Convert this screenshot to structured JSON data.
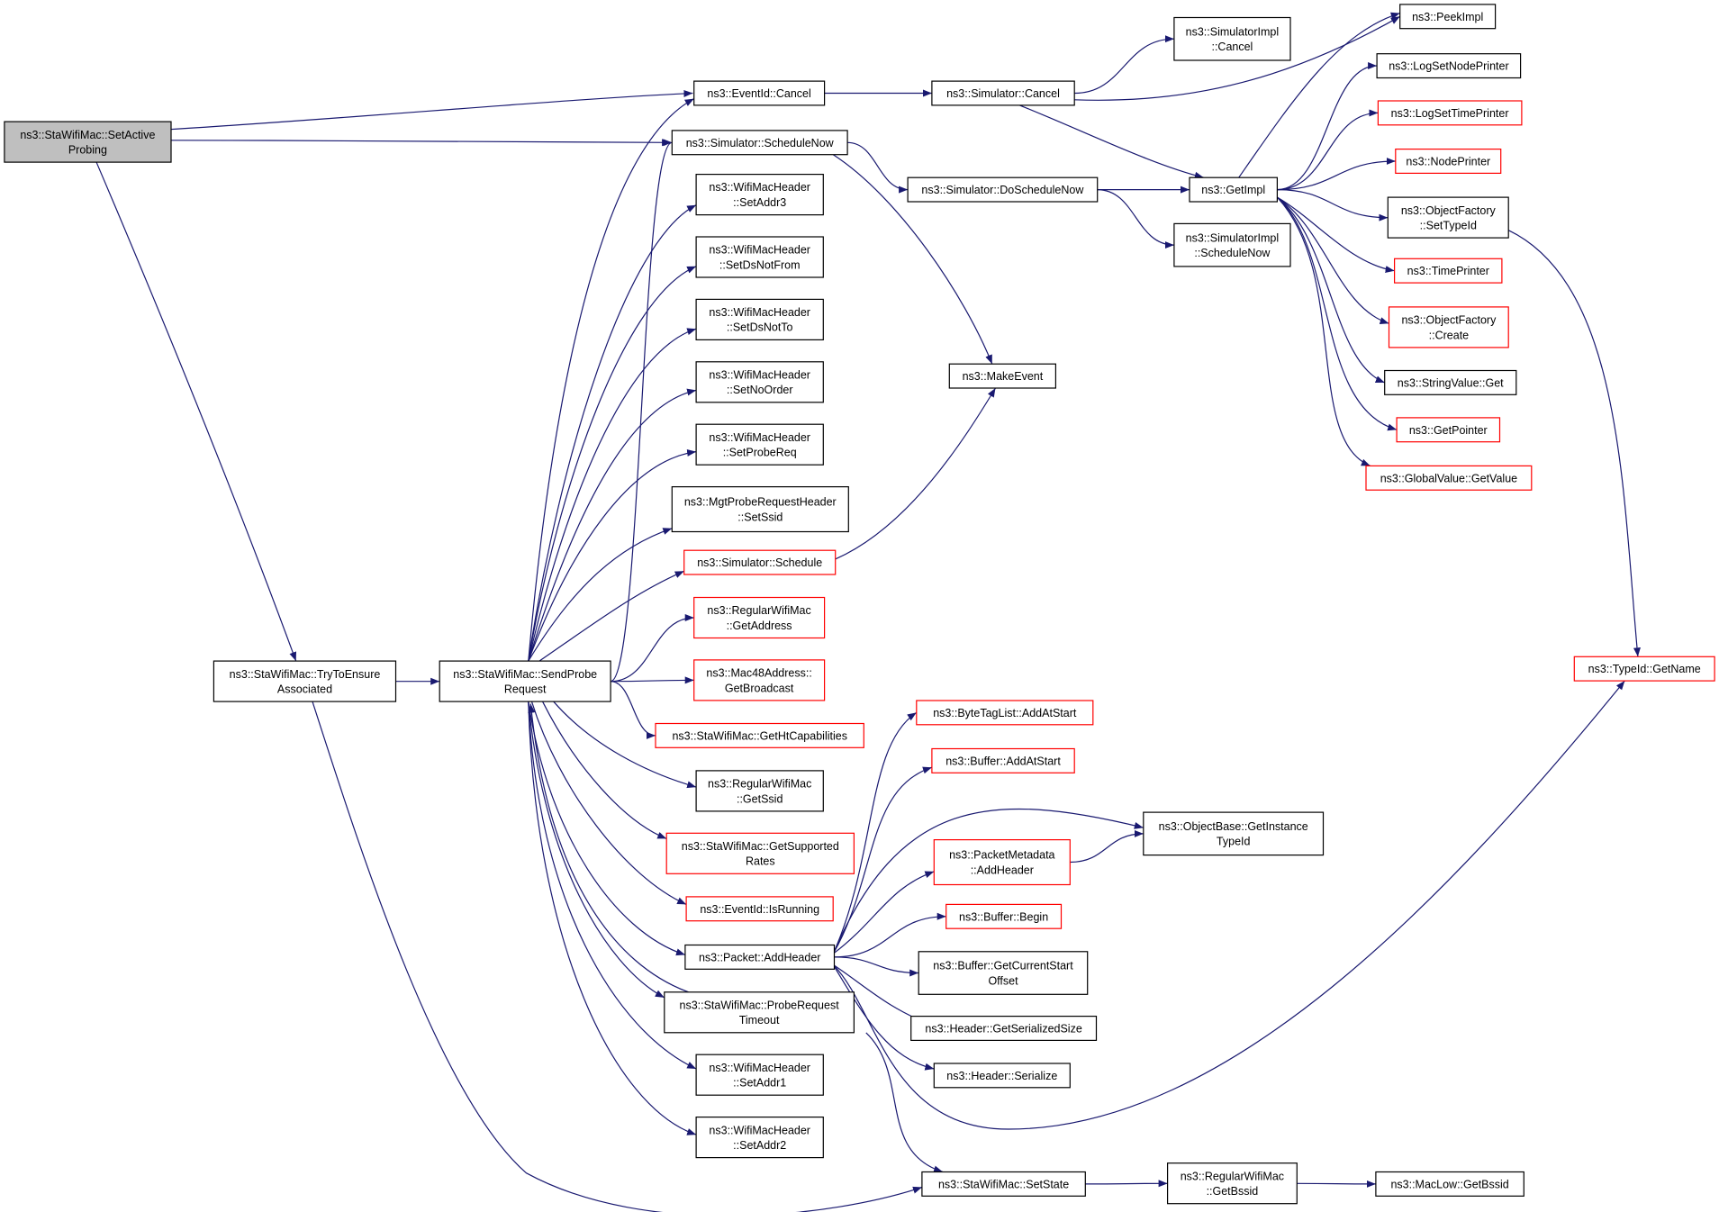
{
  "nodes": [
    {
      "id": "root",
      "lines": [
        "ns3::StaWifiMac::SetActive",
        "Probing"
      ],
      "style": "root"
    },
    {
      "id": "tryassoc",
      "lines": [
        "ns3::StaWifiMac::TryToEnsure",
        "Associated"
      ],
      "style": "normal"
    },
    {
      "id": "sendprobe",
      "lines": [
        "ns3::StaWifiMac::SendProbe",
        "Request"
      ],
      "style": "normal"
    },
    {
      "id": "evcancel",
      "lines": [
        "ns3::EventId::Cancel"
      ],
      "style": "normal"
    },
    {
      "id": "schednow",
      "lines": [
        "ns3::Simulator::ScheduleNow"
      ],
      "style": "normal"
    },
    {
      "id": "addr3",
      "lines": [
        "ns3::WifiMacHeader",
        "::SetAddr3"
      ],
      "style": "normal"
    },
    {
      "id": "dsnotfrom",
      "lines": [
        "ns3::WifiMacHeader",
        "::SetDsNotFrom"
      ],
      "style": "normal"
    },
    {
      "id": "dsnotto",
      "lines": [
        "ns3::WifiMacHeader",
        "::SetDsNotTo"
      ],
      "style": "normal"
    },
    {
      "id": "noorder",
      "lines": [
        "ns3::WifiMacHeader",
        "::SetNoOrder"
      ],
      "style": "normal"
    },
    {
      "id": "probereq",
      "lines": [
        "ns3::WifiMacHeader",
        "::SetProbeReq"
      ],
      "style": "normal"
    },
    {
      "id": "setssid",
      "lines": [
        "ns3::MgtProbeRequestHeader",
        "::SetSsid"
      ],
      "style": "normal"
    },
    {
      "id": "simsched",
      "lines": [
        "ns3::Simulator::Schedule"
      ],
      "style": "red"
    },
    {
      "id": "getaddress",
      "lines": [
        "ns3::RegularWifiMac",
        "::GetAddress"
      ],
      "style": "red"
    },
    {
      "id": "getbcast",
      "lines": [
        "ns3::Mac48Address::",
        "GetBroadcast"
      ],
      "style": "red"
    },
    {
      "id": "gethtcap",
      "lines": [
        "ns3::StaWifiMac::GetHtCapabilities"
      ],
      "style": "red"
    },
    {
      "id": "getssid",
      "lines": [
        "ns3::RegularWifiMac",
        "::GetSsid"
      ],
      "style": "normal"
    },
    {
      "id": "getsuprates",
      "lines": [
        "ns3::StaWifiMac::GetSupported",
        "Rates"
      ],
      "style": "red"
    },
    {
      "id": "isrunning",
      "lines": [
        "ns3::EventId::IsRunning"
      ],
      "style": "red"
    },
    {
      "id": "pktaddhdr",
      "lines": [
        "ns3::Packet::AddHeader"
      ],
      "style": "normal"
    },
    {
      "id": "probetimeout",
      "lines": [
        "ns3::StaWifiMac::ProbeRequest",
        "Timeout"
      ],
      "style": "normal"
    },
    {
      "id": "addr1",
      "lines": [
        "ns3::WifiMacHeader",
        "::SetAddr1"
      ],
      "style": "normal"
    },
    {
      "id": "addr2",
      "lines": [
        "ns3::WifiMacHeader",
        "::SetAddr2"
      ],
      "style": "normal"
    },
    {
      "id": "simcancel",
      "lines": [
        "ns3::Simulator::Cancel"
      ],
      "style": "normal"
    },
    {
      "id": "dosched",
      "lines": [
        "ns3::Simulator::DoScheduleNow"
      ],
      "style": "normal"
    },
    {
      "id": "makeevent",
      "lines": [
        "ns3::MakeEvent"
      ],
      "style": "normal"
    },
    {
      "id": "implcancel",
      "lines": [
        "ns3::SimulatorImpl",
        "::Cancel"
      ],
      "style": "normal"
    },
    {
      "id": "getimpl",
      "lines": [
        "ns3::GetImpl"
      ],
      "style": "normal"
    },
    {
      "id": "implschednow",
      "lines": [
        "ns3::SimulatorImpl",
        "::ScheduleNow"
      ],
      "style": "normal"
    },
    {
      "id": "peekimpl",
      "lines": [
        "ns3::PeekImpl"
      ],
      "style": "normal"
    },
    {
      "id": "lognode",
      "lines": [
        "ns3::LogSetNodePrinter"
      ],
      "style": "normal"
    },
    {
      "id": "logtime",
      "lines": [
        "ns3::LogSetTimePrinter"
      ],
      "style": "red"
    },
    {
      "id": "nodeprinter",
      "lines": [
        "ns3::NodePrinter"
      ],
      "style": "red"
    },
    {
      "id": "settypeid",
      "lines": [
        "ns3::ObjectFactory",
        "::SetTypeId"
      ],
      "style": "normal"
    },
    {
      "id": "timeprinter",
      "lines": [
        "ns3::TimePrinter"
      ],
      "style": "red"
    },
    {
      "id": "ofcreate",
      "lines": [
        "ns3::ObjectFactory",
        "::Create"
      ],
      "style": "red"
    },
    {
      "id": "strget",
      "lines": [
        "ns3::StringValue::Get"
      ],
      "style": "normal"
    },
    {
      "id": "getpointer",
      "lines": [
        "ns3::GetPointer"
      ],
      "style": "red"
    },
    {
      "id": "gvgetvalue",
      "lines": [
        "ns3::GlobalValue::GetValue"
      ],
      "style": "red"
    },
    {
      "id": "typeidname",
      "lines": [
        "ns3::TypeId::GetName"
      ],
      "style": "red"
    },
    {
      "id": "btladd",
      "lines": [
        "ns3::ByteTagList::AddAtStart"
      ],
      "style": "red"
    },
    {
      "id": "bufadd",
      "lines": [
        "ns3::Buffer::AddAtStart"
      ],
      "style": "red"
    },
    {
      "id": "pmaddhdr",
      "lines": [
        "ns3::PacketMetadata",
        "::AddHeader"
      ],
      "style": "red"
    },
    {
      "id": "objbase",
      "lines": [
        "ns3::ObjectBase::GetInstance",
        "TypeId"
      ],
      "style": "normal"
    },
    {
      "id": "bufbegin",
      "lines": [
        "ns3::Buffer::Begin"
      ],
      "style": "red"
    },
    {
      "id": "bufcurstart",
      "lines": [
        "ns3::Buffer::GetCurrentStart",
        "Offset"
      ],
      "style": "normal"
    },
    {
      "id": "hdrsersize",
      "lines": [
        "ns3::Header::GetSerializedSize"
      ],
      "style": "normal"
    },
    {
      "id": "hdrser",
      "lines": [
        "ns3::Header::Serialize"
      ],
      "style": "normal"
    },
    {
      "id": "setstate",
      "lines": [
        "ns3::StaWifiMac::SetState"
      ],
      "style": "normal"
    },
    {
      "id": "getbssid",
      "lines": [
        "ns3::RegularWifiMac",
        "::GetBssid"
      ],
      "style": "normal"
    },
    {
      "id": "maclowbssid",
      "lines": [
        "ns3::MacLow::GetBssid"
      ],
      "style": "normal"
    }
  ]
}
